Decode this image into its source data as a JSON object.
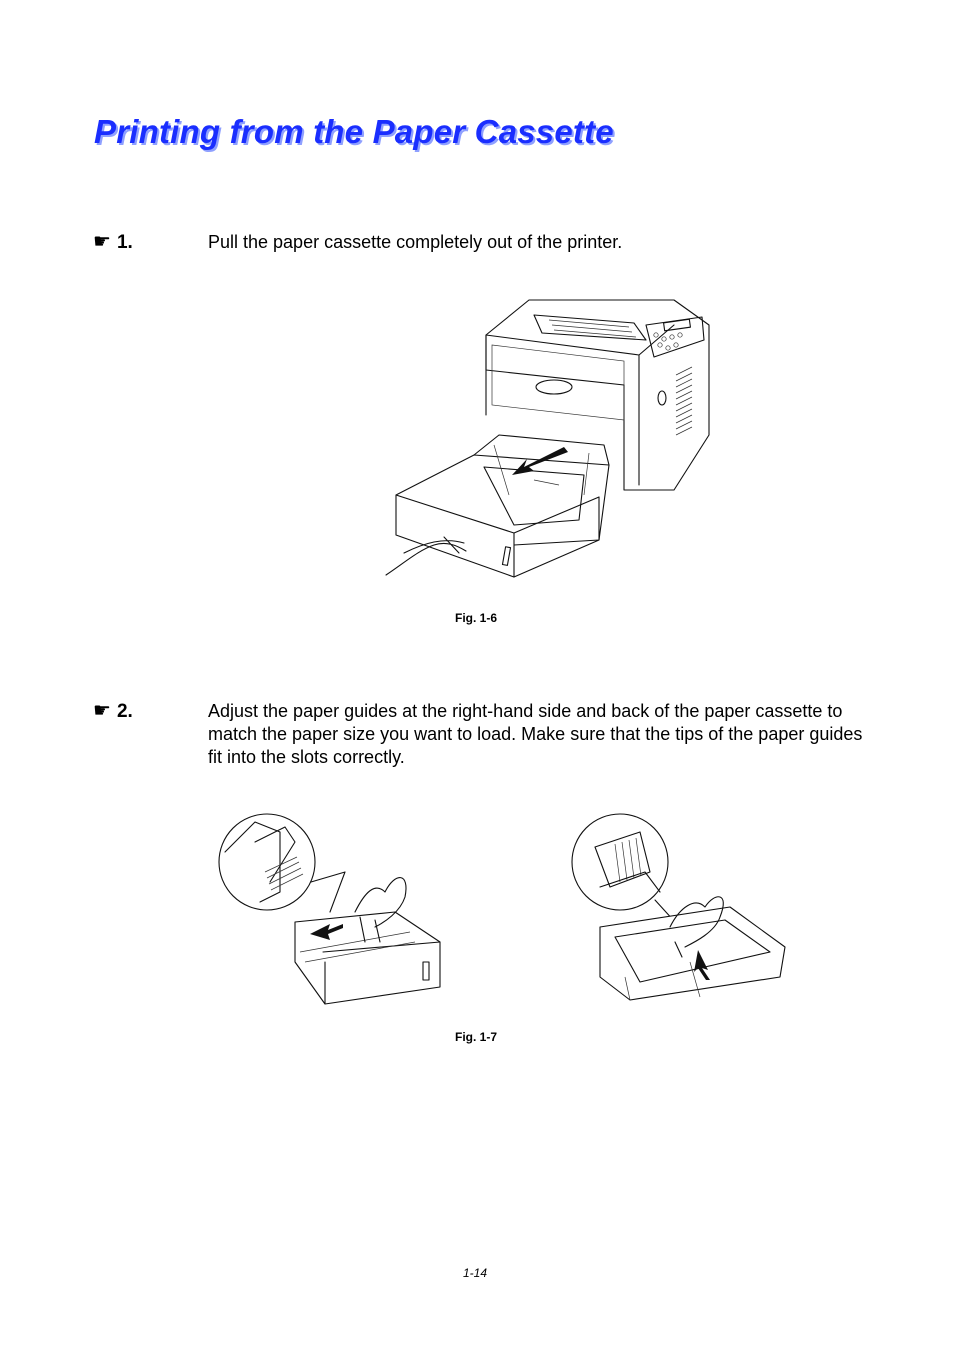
{
  "page": {
    "title": "Printing from the Paper Cassette",
    "page_number": "1-14"
  },
  "icons": {
    "step_marker": "pointing-hand-icon",
    "glyph": "☛"
  },
  "steps": [
    {
      "number": "1.",
      "text": "Pull the paper cassette completely out of the printer."
    },
    {
      "number": "2.",
      "text": "Adjust the paper guides at the right-hand side and back of the paper cassette to match the paper size you want to load. Make sure that the tips of the paper guides fit into the slots correctly."
    }
  ],
  "figures": [
    {
      "caption": "Fig. 1-6"
    },
    {
      "caption": "Fig. 1-7"
    }
  ]
}
